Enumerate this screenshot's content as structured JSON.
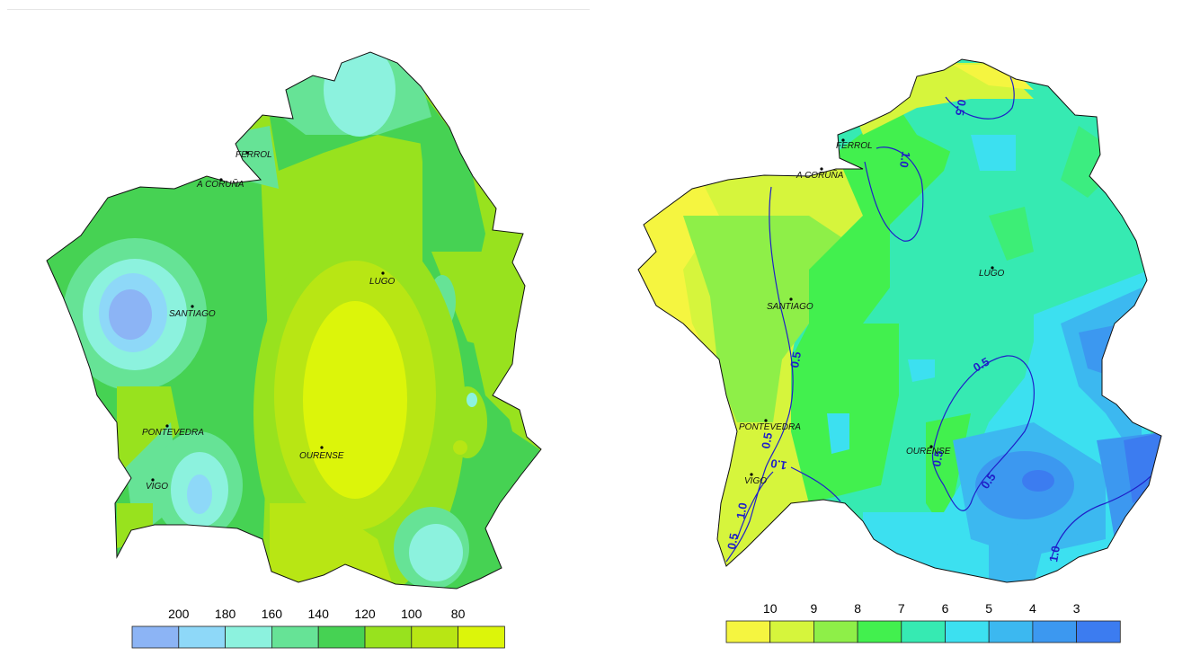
{
  "maps": [
    {
      "cities": [
        {
          "name": "FERROL"
        },
        {
          "name": "A CORUÑA"
        },
        {
          "name": "LUGO"
        },
        {
          "name": "SANTIAGO"
        },
        {
          "name": "PONTEVEDRA"
        },
        {
          "name": "OURENSE"
        },
        {
          "name": "VIGO"
        }
      ],
      "legend": {
        "labels": [
          "200",
          "180",
          "160",
          "140",
          "120",
          "100",
          "80"
        ],
        "colors": [
          "#8cb4f5",
          "#8ed8f8",
          "#8cf2de",
          "#66e396",
          "#46d253",
          "#98e21e",
          "#b8e614",
          "#dcf50a"
        ]
      }
    },
    {
      "cities": [
        {
          "name": "FERROL"
        },
        {
          "name": "A CORUÑA"
        },
        {
          "name": "LUGO"
        },
        {
          "name": "SANTIAGO"
        },
        {
          "name": "PONTEVEDRA"
        },
        {
          "name": "OURENSE"
        },
        {
          "name": "VIGO"
        }
      ],
      "contour_labels": [
        "0.5",
        "1.0",
        "0.5",
        "0.5",
        "0.5",
        "1.0",
        "0.5",
        "1.0",
        "1.0",
        "0.5",
        "0.5"
      ],
      "legend": {
        "labels": [
          "10",
          "9",
          "8",
          "7",
          "6",
          "5",
          "4",
          "3"
        ],
        "colors": [
          "#f5f540",
          "#d6f53c",
          "#8eef48",
          "#42f04e",
          "#36eab2",
          "#3ce0f0",
          "#3cb8f0",
          "#3c98f0",
          "#3c7cf0"
        ]
      }
    }
  ]
}
